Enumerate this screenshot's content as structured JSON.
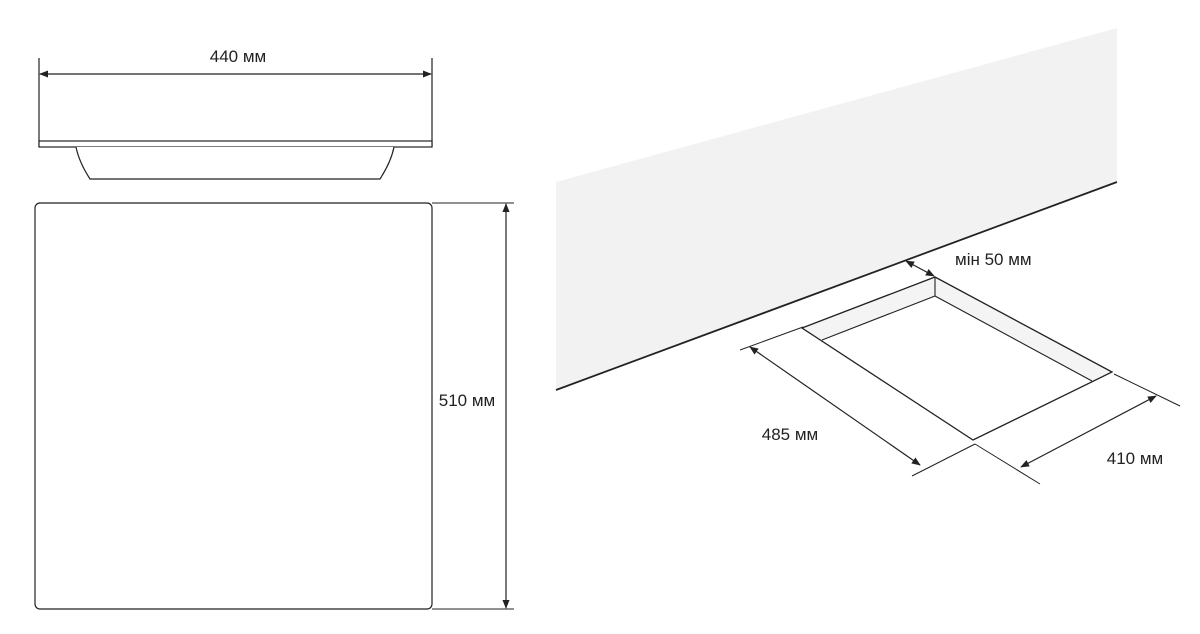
{
  "side_view": {
    "width_label": "440 мм"
  },
  "top_view": {
    "depth_label": "510 мм"
  },
  "cutout": {
    "clearance_label": "мін 50 мм",
    "length_label": "485 мм",
    "width_label": "410 мм"
  },
  "colors": {
    "line": "#222222",
    "wall": "#f2f2f2",
    "recess": "#f4f4f4"
  }
}
